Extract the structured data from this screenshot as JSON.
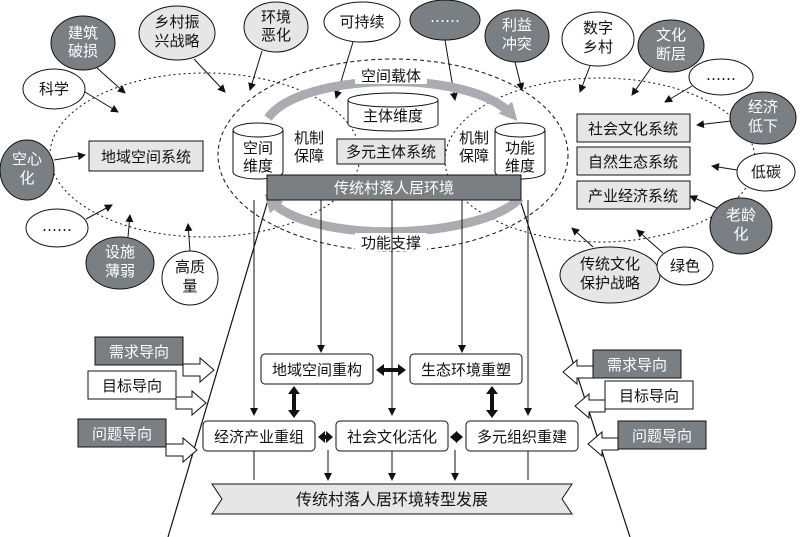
{
  "outer_bubbles": {
    "jianzhu": [
      "建筑",
      "破损"
    ],
    "xiangcun": [
      "乡村振",
      "兴战略"
    ],
    "huanjing": [
      "环境",
      "恶化"
    ],
    "kechixu": "可持续",
    "ellipsis_top": "……",
    "liyi": [
      "利益",
      "冲突"
    ],
    "shuzi": [
      "数字",
      "乡村"
    ],
    "wenhua": [
      "文化",
      "断层"
    ],
    "ellipsis_right": "……",
    "jingji": [
      "经济",
      "低下"
    ],
    "kexue": "科学",
    "kongxin": [
      "空心",
      "化"
    ],
    "ellipsis_left": "……",
    "sheshi": [
      "设施",
      "薄弱"
    ],
    "gaozhiliang": [
      "高质",
      "量"
    ],
    "ditan": "低碳",
    "laoling": [
      "老龄",
      "化"
    ],
    "chuantong": [
      "传统文化",
      "保护战略"
    ],
    "lvse": "绿色"
  },
  "systems": {
    "left": "地域空间系统",
    "right": [
      "社会文化系统",
      "自然生态系统",
      "产业经济系统"
    ]
  },
  "core": {
    "top_label": "空间载体",
    "bottom_label": "功能支撑",
    "space_dim": [
      "空间",
      "维度"
    ],
    "subject_dim": "主体维度",
    "func_dim": [
      "功能",
      "维度"
    ],
    "mech_left": [
      "机制",
      "保障"
    ],
    "mech_right": [
      "机制",
      "保障"
    ],
    "multi_subject": "多元主体系统",
    "env_band": "传统村落人居环境"
  },
  "lower": {
    "node_space": "地域空间重构",
    "node_eco": "生态环境重塑",
    "node_econ": "经济产业重组",
    "node_social": "社会文化活化",
    "node_org": "多元组织重建",
    "banner": "传统村落人居环境转型发展"
  },
  "orientations": {
    "left": [
      "需求导向",
      "目标导向",
      "问题导向"
    ],
    "right": [
      "需求导向",
      "目标导向",
      "问题导向"
    ]
  },
  "colors": {
    "dark_gray": "#7a7f84",
    "light_gray": "#e6e6e6",
    "mid_gray": "#bcc0c3"
  }
}
